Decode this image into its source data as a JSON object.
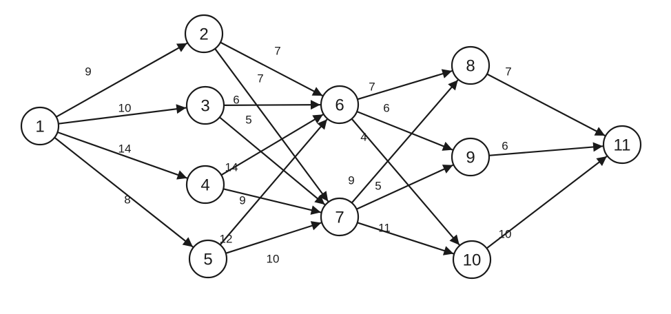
{
  "graph": {
    "nodes": [
      {
        "id": "1",
        "label": "1"
      },
      {
        "id": "2",
        "label": "2"
      },
      {
        "id": "3",
        "label": "3"
      },
      {
        "id": "4",
        "label": "4"
      },
      {
        "id": "5",
        "label": "5"
      },
      {
        "id": "6",
        "label": "6"
      },
      {
        "id": "7",
        "label": "7"
      },
      {
        "id": "8",
        "label": "8"
      },
      {
        "id": "9",
        "label": "9"
      },
      {
        "id": "10",
        "label": "10"
      },
      {
        "id": "11",
        "label": "11"
      }
    ],
    "edges": [
      {
        "from": "1",
        "to": "2",
        "weight": "9"
      },
      {
        "from": "1",
        "to": "3",
        "weight": "10"
      },
      {
        "from": "1",
        "to": "4",
        "weight": "14"
      },
      {
        "from": "1",
        "to": "5",
        "weight": "8"
      },
      {
        "from": "2",
        "to": "6",
        "weight": "7"
      },
      {
        "from": "2",
        "to": "7",
        "weight": "7"
      },
      {
        "from": "3",
        "to": "6",
        "weight": "6"
      },
      {
        "from": "3",
        "to": "7",
        "weight": "5"
      },
      {
        "from": "4",
        "to": "6",
        "weight": "14"
      },
      {
        "from": "4",
        "to": "7",
        "weight": "9"
      },
      {
        "from": "5",
        "to": "6",
        "weight": "12"
      },
      {
        "from": "5",
        "to": "7",
        "weight": "10"
      },
      {
        "from": "6",
        "to": "8",
        "weight": "7"
      },
      {
        "from": "6",
        "to": "9",
        "weight": "6"
      },
      {
        "from": "6",
        "to": "10",
        "weight": "4"
      },
      {
        "from": "7",
        "to": "8",
        "weight": "9"
      },
      {
        "from": "7",
        "to": "9",
        "weight": "5"
      },
      {
        "from": "7",
        "to": "10",
        "weight": "11"
      },
      {
        "from": "8",
        "to": "11",
        "weight": "7"
      },
      {
        "from": "9",
        "to": "11",
        "weight": "6"
      },
      {
        "from": "10",
        "to": "11",
        "weight": "10"
      }
    ]
  },
  "colors": {
    "stroke": "#1a1a1a",
    "background": "#ffffff"
  }
}
